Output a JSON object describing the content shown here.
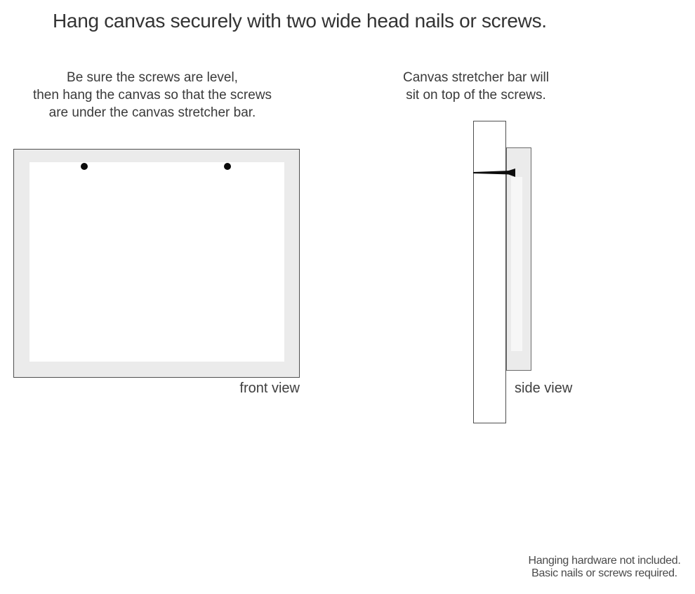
{
  "page": {
    "title": "Hang canvas securely with two wide head nails or screws."
  },
  "instructions": {
    "left": {
      "lines": [
        "Be sure the screws are level,",
        "then hang the canvas so that the screws",
        "are under the canvas stretcher bar."
      ]
    },
    "right": {
      "lines": [
        "Canvas stretcher bar will",
        "sit on top of the screws."
      ]
    }
  },
  "front_view": {
    "label": "front view",
    "screw_count": 2
  },
  "side_view": {
    "label": "side view"
  },
  "footer": {
    "lines": [
      "Hanging hardware not included.",
      "Basic nails or screws required."
    ]
  },
  "colors": {
    "background": "#ffffff",
    "frame_fill": "#ebebeb",
    "frame_border": "#4f4f4f",
    "text": "#3a3a3a",
    "nail": "#0d0d0d"
  }
}
